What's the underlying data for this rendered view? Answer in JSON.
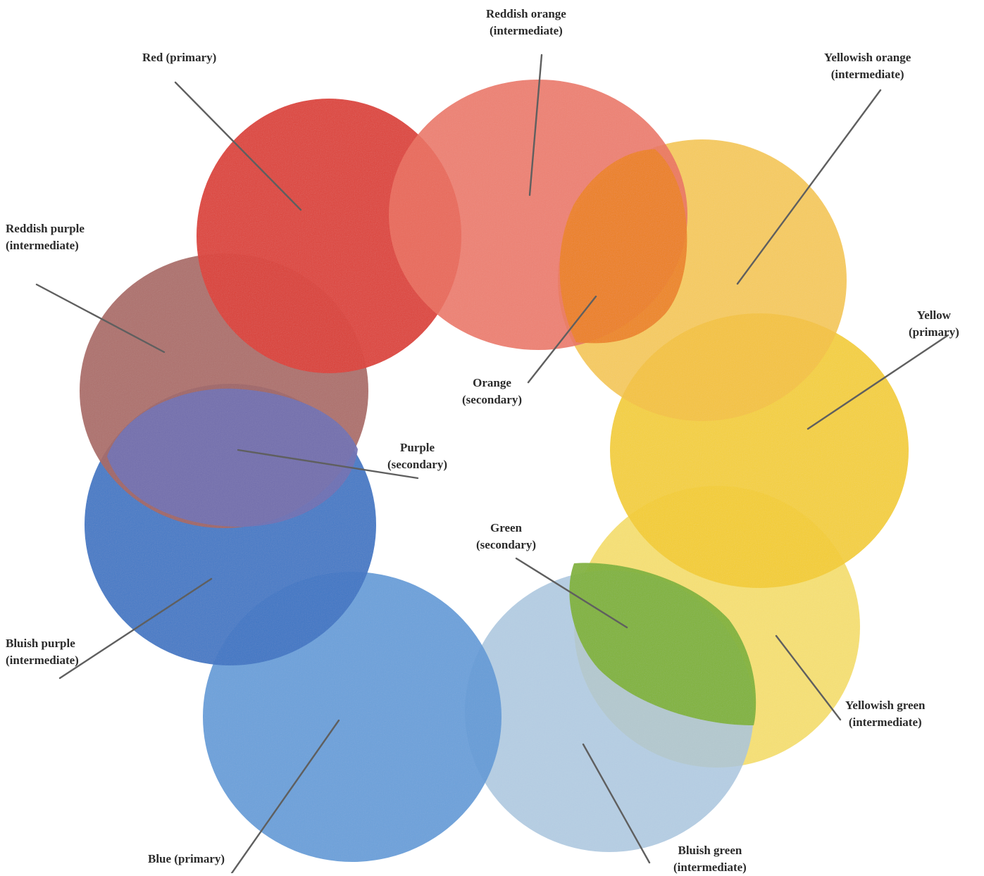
{
  "labels": {
    "red": {
      "line1": "Red (primary)",
      "line2": ""
    },
    "reddish_orange": {
      "line1": "Reddish orange",
      "line2": "(intermediate)"
    },
    "yellowish_orange": {
      "line1": "Yellowish orange",
      "line2": "(intermediate)"
    },
    "reddish_purple": {
      "line1": "Reddish purple",
      "line2": "(intermediate)"
    },
    "yellow": {
      "line1": "Yellow",
      "line2": "(primary)"
    },
    "orange": {
      "line1": "Orange",
      "line2": "(secondary)"
    },
    "purple": {
      "line1": "Purple",
      "line2": "(secondary)"
    },
    "green": {
      "line1": "Green",
      "line2": "(secondary)"
    },
    "bluish_purple": {
      "line1": "Bluish purple",
      "line2": "(intermediate)"
    },
    "yellowish_green": {
      "line1": "Yellowish green",
      "line2": "(intermediate)"
    },
    "blue": {
      "line1": "Blue (primary)",
      "line2": ""
    },
    "bluish_green": {
      "line1": "Bluish green",
      "line2": "(intermediate)"
    }
  },
  "colors": {
    "red": "#dd3c36",
    "reddish_orange": "#ec6f5f",
    "yellow": "#f5cd2a",
    "yellowish_orange": "#f6c23f",
    "orange_overlap": "#ee8214",
    "yellowish_green": "#f6dc5a",
    "green_overlap": "#7fb232",
    "bluish_green": "#a9c6e0",
    "blue": "#5e9ad8",
    "bluish_purple": "#3a74c4",
    "purple_overlap": "#6f70b4",
    "reddish_purple": "#a86560",
    "leader_line": "#5f5f5f"
  }
}
